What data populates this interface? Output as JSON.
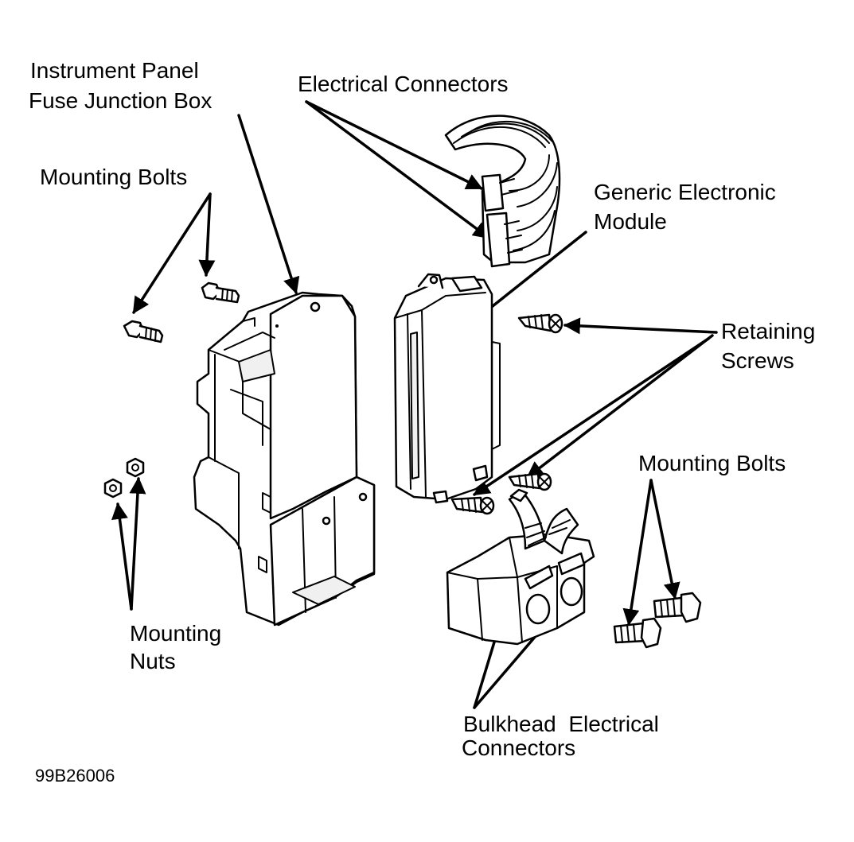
{
  "labels": {
    "fuse_box_line1": "Instrument Panel",
    "fuse_box_line2": "Fuse Junction Box",
    "electrical_connectors": "Electrical Connectors",
    "mounting_bolts_left": "Mounting Bolts",
    "gem_line1": "Generic Electronic",
    "gem_line2": "Module",
    "retaining_line1": "Retaining",
    "retaining_line2": "Screws",
    "mounting_bolts_right": "Mounting Bolts",
    "mounting_nuts_line1": "Mounting",
    "mounting_nuts_line2": "Nuts",
    "bulkhead_line1": "Bulkhead  Electrical",
    "bulkhead_line2": "Connectors",
    "figure_code": "99B26006"
  }
}
